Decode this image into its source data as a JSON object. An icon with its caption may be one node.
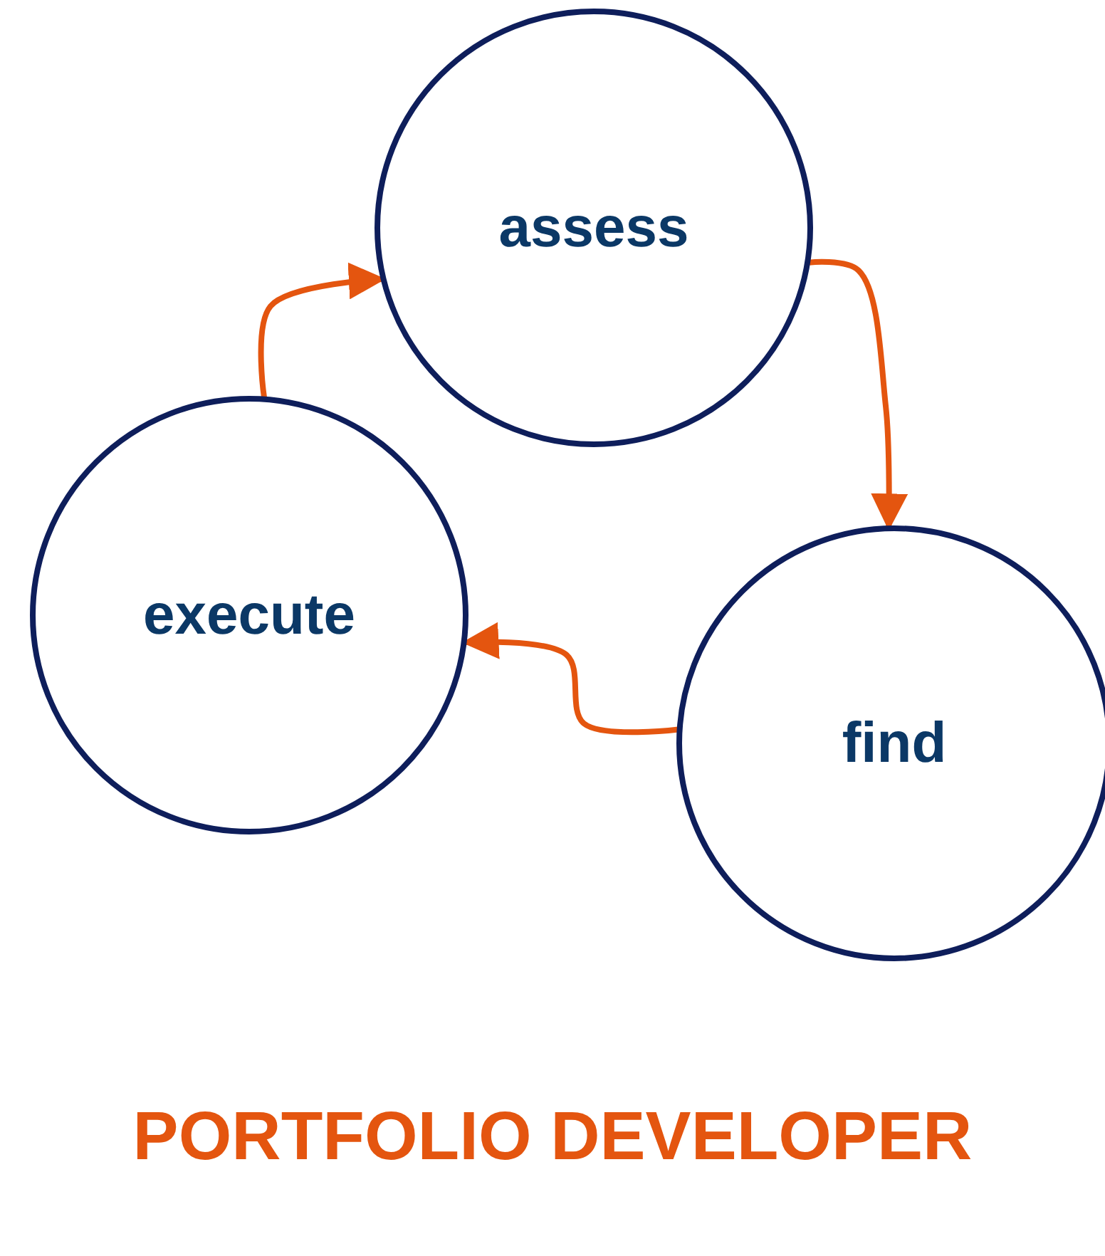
{
  "diagram": {
    "title": "PORTFOLIO DEVELOPER",
    "nodes": [
      {
        "text": [
          "assess"
        ]
      },
      {
        "text": [
          "execute"
        ]
      },
      {
        "text": [
          "find"
        ]
      }
    ],
    "edges": [
      {
        "from": 1,
        "to": 0,
        "arrow": "to"
      },
      {
        "from": 0,
        "to": 2,
        "arrow": "to"
      },
      {
        "from": 2,
        "to": 1,
        "arrow": "to"
      }
    ]
  }
}
